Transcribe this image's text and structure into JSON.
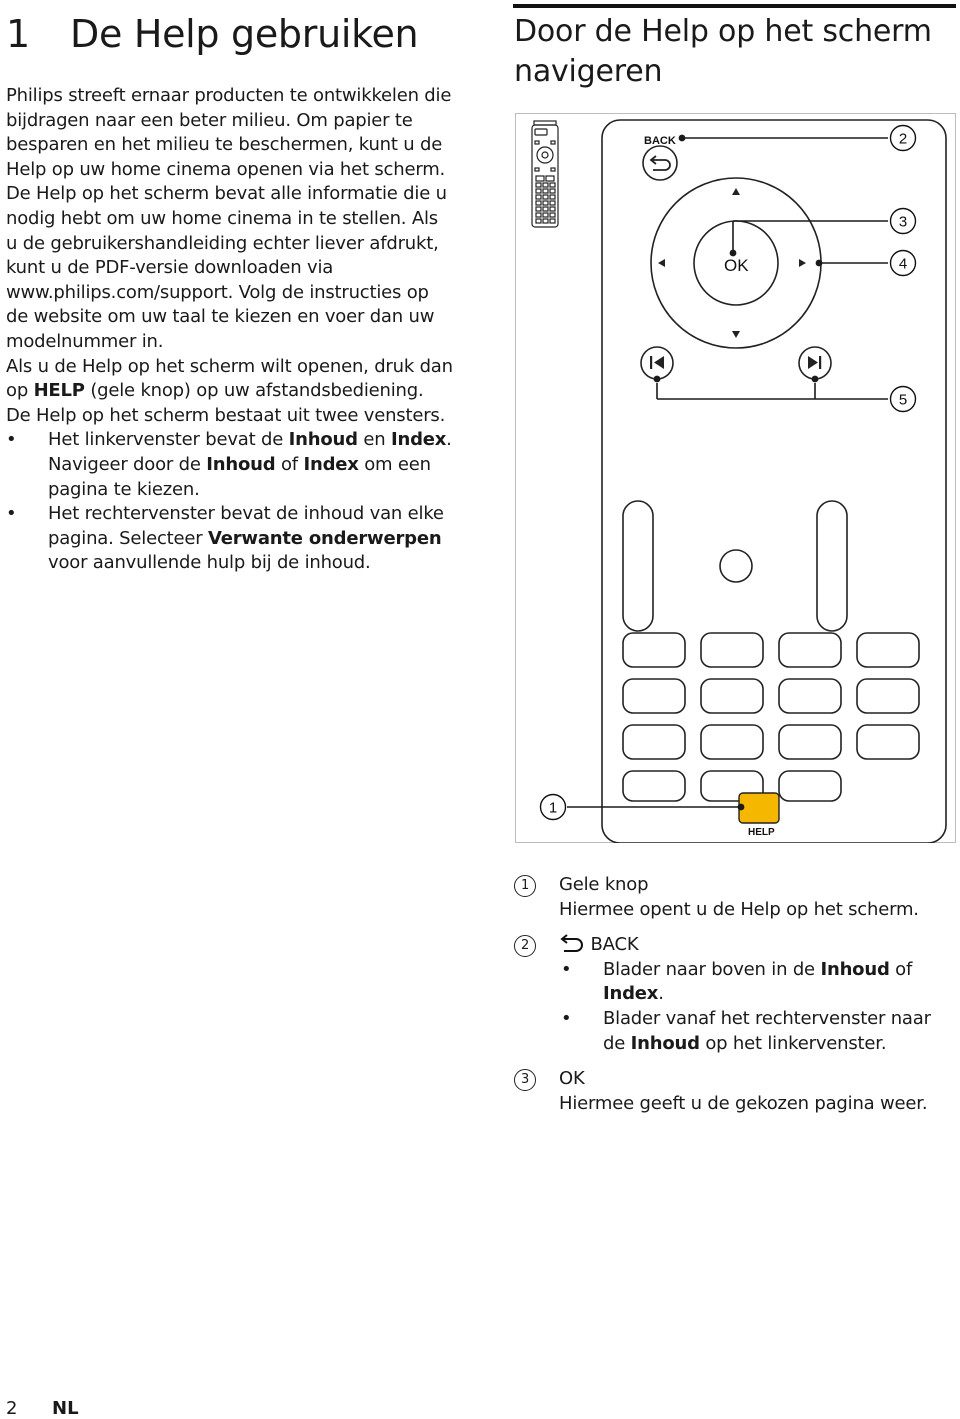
{
  "chapter": {
    "number": "1",
    "title": "De Help gebruiken"
  },
  "intro": {
    "p1": "Philips streeft ernaar producten te ontwikkelen die bijdragen naar een beter milieu. Om papier te besparen en het milieu te beschermen, kunt u de Help op uw home cinema openen via het scherm.",
    "p2": "De Help op het scherm bevat alle informatie die u nodig hebt om uw home cinema in te stellen. Als u de gebruikershandleiding echter liever afdrukt, kunt u de PDF-versie downloaden via www.philips.com/support. Volg de instructies op de website om uw taal te kiezen en voer dan uw modelnummer in.",
    "p3_a": "Als u de Help op het scherm wilt openen, druk dan op ",
    "p3_b": "HELP",
    "p3_c": " (gele knop) op uw afstandsbediening.",
    "p4": "De Help op het scherm bestaat uit twee vensters.",
    "bullet1": {
      "a": "Het linkervenster bevat de ",
      "b": "Inhoud",
      "c": " en ",
      "d": "Index",
      "e": ". Navigeer door de ",
      "f": "Inhoud",
      "g": " of ",
      "h": "Index",
      "i": " om een pagina te kiezen."
    },
    "bullet2": {
      "a": "Het rechtervenster bevat de inhoud van elke pagina. Selecteer ",
      "b": "Verwante onderwerpen",
      "c": " voor aanvullende hulp bij de inhoud."
    }
  },
  "section": {
    "title": "Door de Help op het scherm navigeren"
  },
  "diagram": {
    "back_label": "BACK",
    "ok_label": "OK",
    "help_label": "HELP",
    "callouts": [
      "1",
      "2",
      "3",
      "4",
      "5"
    ],
    "help_button_color": "#f5b700",
    "line_color": "#1a1a1a"
  },
  "legend": {
    "item1": {
      "num": "1",
      "title": "Gele knop",
      "desc": "Hiermee opent u de Help op het scherm."
    },
    "item2": {
      "num": "2",
      "title": "BACK",
      "icon": "back-arrow-icon",
      "b1": {
        "a": "Blader naar boven in de ",
        "b": "Inhoud",
        "c": " of ",
        "d": "Index",
        "e": "."
      },
      "b2": {
        "a": "Blader vanaf het rechtervenster naar de ",
        "b": "Inhoud",
        "c": " op het linkervenster."
      }
    },
    "item3": {
      "num": "3",
      "title": "OK",
      "desc": "Hiermee geeft u de gekozen pagina weer."
    }
  },
  "footer": {
    "page": "2",
    "lang": "NL"
  }
}
